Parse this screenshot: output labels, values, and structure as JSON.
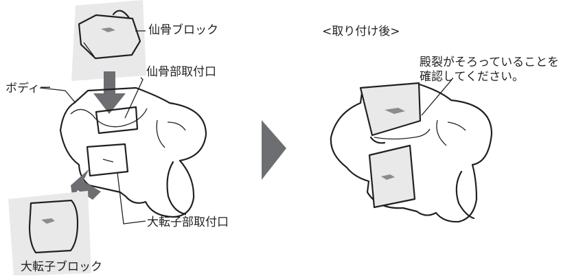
{
  "figure": {
    "before": {
      "sacrum_block_label": "仙骨ブロック",
      "sacrum_slot_label": "仙骨部取付口",
      "body_label": "ボディー",
      "trochanter_slot_label": "大転子部取付口",
      "trochanter_block_label": "大転子ブロック"
    },
    "after": {
      "heading": "<取り付け後>",
      "note_line1": "殿裂がそろっていることを",
      "note_line2": "確認してください。"
    }
  },
  "colors": {
    "outline": "#231f20",
    "arrow_gray": "#6d6e71",
    "block_shading": "#e9e9ea",
    "center_triangle": "#6d6e71"
  }
}
